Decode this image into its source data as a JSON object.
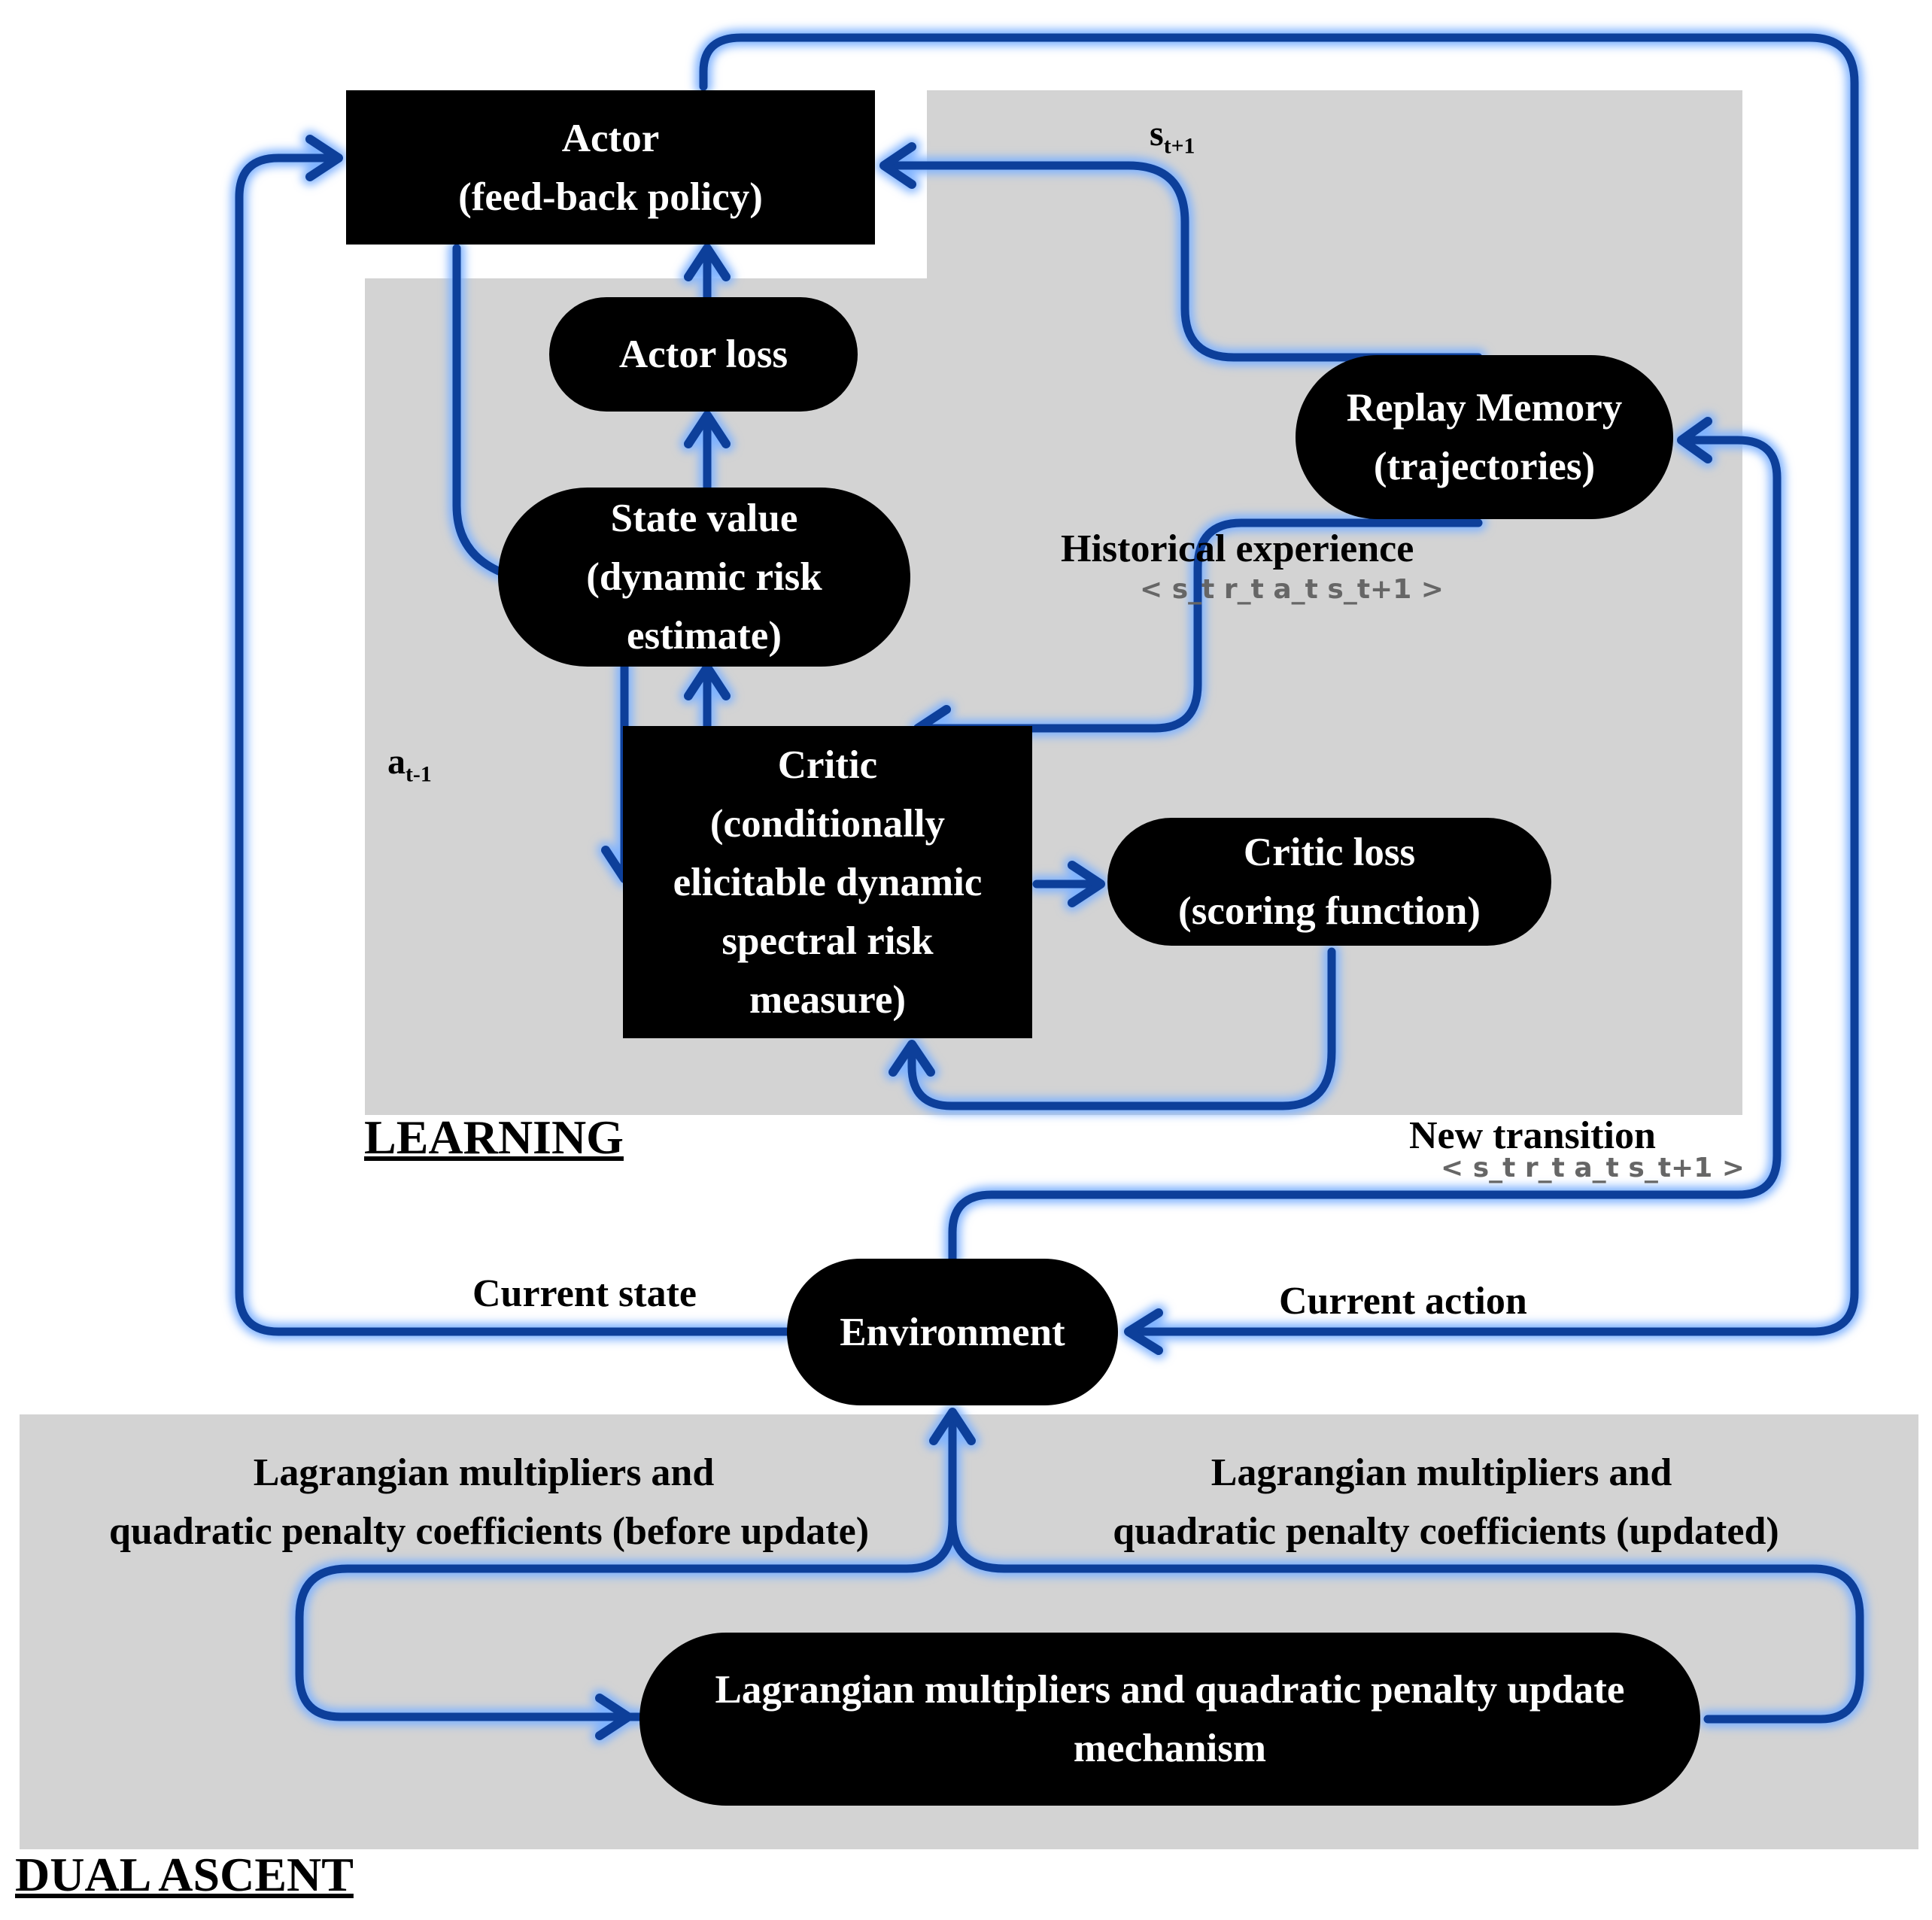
{
  "sections": {
    "learning": "LEARNING",
    "dual_ascent": "DUAL ASCENT"
  },
  "nodes": {
    "actor": {
      "line1": "Actor",
      "line2": "(feed-back policy)"
    },
    "actor_loss": {
      "line1": "Actor loss"
    },
    "state_value": {
      "line1": "State value",
      "line2": "(dynamic risk",
      "line3": "estimate)"
    },
    "critic": {
      "line1": "Critic",
      "line2": "(conditionally",
      "line3": "elicitable dynamic",
      "line4": "spectral risk",
      "line5": "measure)"
    },
    "critic_loss": {
      "line1": "Critic loss",
      "line2": "(scoring function)"
    },
    "replay_memory": {
      "line1": "Replay Memory",
      "line2": "(trajectories)"
    },
    "environment": {
      "line1": "Environment"
    },
    "update_mechanism": {
      "line1": "Lagrangian multipliers and quadratic penalty update",
      "line2": "mechanism"
    }
  },
  "labels": {
    "s_next": {
      "base": "s",
      "sub": "t+1"
    },
    "a_prev": {
      "base": "a",
      "sub": "t-1"
    },
    "historical_experience": "Historical experience",
    "historical_tuple": "< s_t r_t a_t s_t+1 >",
    "new_transition": "New transition",
    "new_tuple": "< s_t r_t a_t s_t+1 >",
    "current_state": "Current state",
    "current_action": "Current action",
    "lagrange_before_1": "Lagrangian multipliers and",
    "lagrange_before_2": "quadratic penalty coefficients (before update)",
    "lagrange_after_1": "Lagrangian multipliers and",
    "lagrange_after_2": "quadratic penalty coefficients (updated)"
  },
  "colors": {
    "arrow": "#0d3f9a",
    "arrow_glow": "#7fb2ff",
    "panel": "#d3d3d3",
    "node_fill": "#000000"
  }
}
